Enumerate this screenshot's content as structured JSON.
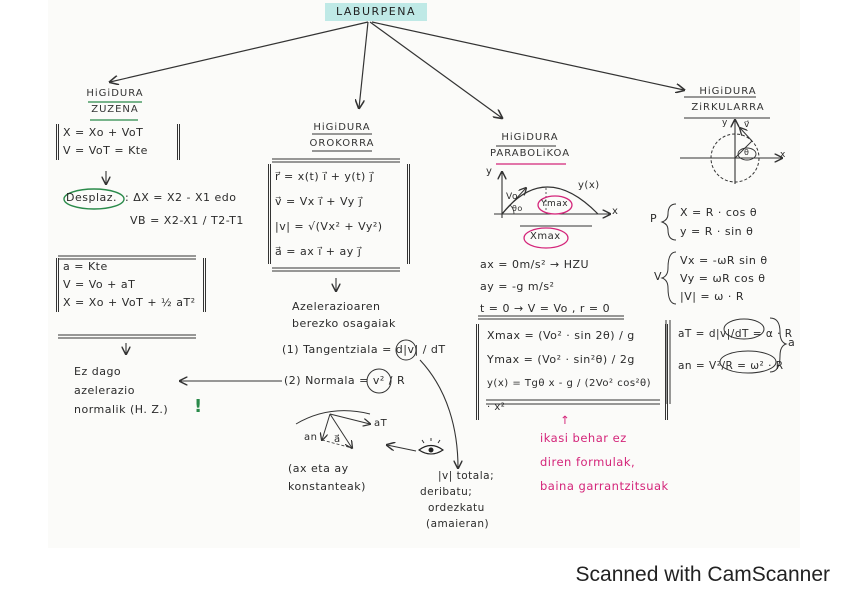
{
  "title": "LABURPENA",
  "footer": "Scanned with CamScanner",
  "zuzena": {
    "heading": [
      "HiGiDURA",
      "ZUZENA"
    ],
    "box1": [
      "X = Xo + VoT",
      "V = VoT = Kte"
    ],
    "desplaz_label": "Desplaz.",
    "desplaz_formula": ": ΔX = X2 - X1   edo",
    "vb_formula": "VB = X2-X1 / T2-T1",
    "box2": [
      "a = Kte",
      "V = Vo + aT",
      "X = Xo + VoT + ½ aT²"
    ],
    "note": [
      "Ez dago",
      "azelerazio",
      "normalik (H. Z.)"
    ],
    "exclaim": "!"
  },
  "orokorra": {
    "heading": [
      "HiGiDURA",
      "OROKORRA"
    ],
    "box": [
      "r⃗ = x(t) i⃗ + y(t) j⃗",
      "v⃗ = Vx i⃗ + Vy j⃗",
      "|v| = √(Vx² + Vy²)",
      "a⃗ = ax i⃗ + ay j⃗"
    ],
    "components_title": [
      "Azelerazioaren",
      "berezko osagaiak"
    ],
    "tangential": "(1) Tangentziala = d|v| / dT",
    "normal": "(2) Normala = v² / R",
    "diagram_labels": [
      "an",
      "a⃗",
      "aT"
    ],
    "constants_note": [
      "(ax eta ay",
      "konstanteak)"
    ],
    "modulus_note": [
      "|v| totala;",
      "deribatu;",
      "ordezkatu",
      "(amaieran)"
    ]
  },
  "parabolikoa": {
    "heading": [
      "HiGiDURA",
      "PARABOLiKOA"
    ],
    "diagram_labels": [
      "y",
      "Vo",
      "θo",
      "Ymax",
      "y(x)",
      "x",
      "Xmax"
    ],
    "eqs": [
      "ax = 0m/s² → HZU",
      "ay = -g m/s²",
      "t = 0 → V = Vo , r = 0"
    ],
    "box": [
      "Xmax = (Vo² · sin 2θ) / g",
      "Ymax = (Vo² · sin²θ) / 2g",
      "y(x) = Tgθ x - g / (2Vo² cos²θ) · x²"
    ],
    "note": [
      "↑",
      "ikasi behar ez",
      "diren formulak,",
      "baina garrantzitsuak"
    ]
  },
  "zirkularra": {
    "heading": [
      "HiGiDURA",
      "ZiRKULARRA"
    ],
    "diagram_labels": [
      "y",
      "v⃗",
      "θ",
      "x"
    ],
    "p_label": "P",
    "p_eqs": [
      "X = R · cos θ",
      "y = R · sin θ"
    ],
    "v_label": "V",
    "v_eqs": [
      "Vx = -ωR sin θ",
      "Vy = ωR cos θ",
      "|V| = ω · R"
    ],
    "a_eqs": [
      "aT = d|v|/dT = α · R",
      "an = V²/R = ω² · R"
    ],
    "a_label": "a"
  }
}
